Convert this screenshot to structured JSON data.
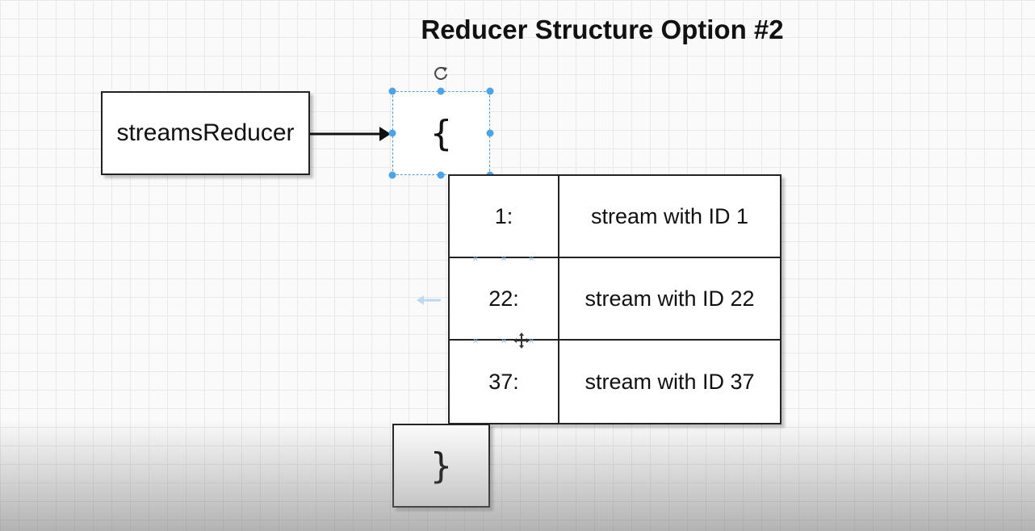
{
  "diagram": {
    "title": "Reducer Structure Option #2",
    "reducer_label": "streamsReducer",
    "open_brace": "{",
    "close_brace": "}",
    "rows": [
      {
        "key": "1:",
        "value": "stream with ID 1"
      },
      {
        "key": "22:",
        "value": "stream with ID 22"
      },
      {
        "key": "37:",
        "value": "stream with ID 37"
      }
    ]
  },
  "colors": {
    "selection": "#4ea3e5",
    "stroke": "#222222",
    "grid": "#e9e9e9"
  },
  "icons": [
    "rotate-icon",
    "move-icon",
    "arrow-right-icon"
  ]
}
